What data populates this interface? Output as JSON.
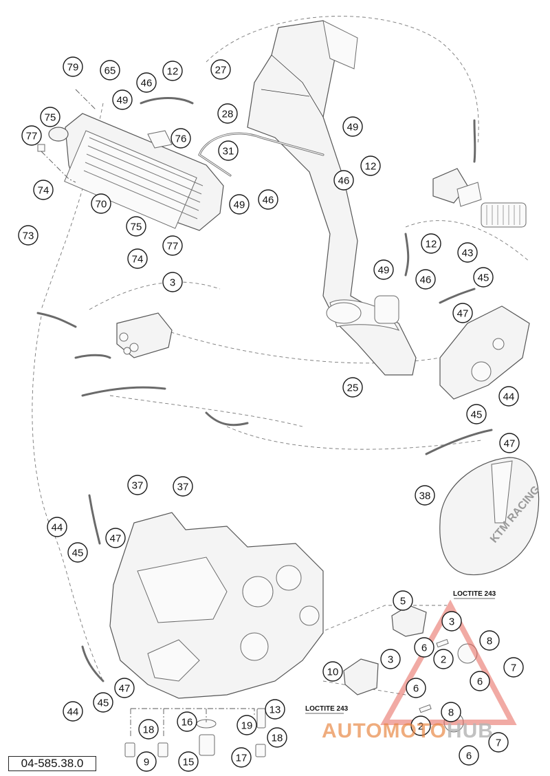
{
  "diagram": {
    "reference": "04-585.38.0",
    "notes": [
      "LOCTITE 243",
      "LOCTITE 243"
    ],
    "callouts": [
      "79",
      "65",
      "12",
      "46",
      "49",
      "27",
      "28",
      "75",
      "76",
      "77",
      "49",
      "31",
      "12",
      "46",
      "74",
      "70",
      "49",
      "46",
      "73",
      "75",
      "77",
      "74",
      "3",
      "12",
      "49",
      "46",
      "43",
      "45",
      "47",
      "25",
      "44",
      "45",
      "47",
      "38",
      "37",
      "37",
      "44",
      "45",
      "47",
      "5",
      "3",
      "6",
      "8",
      "2",
      "10",
      "3",
      "6",
      "7",
      "6",
      "44",
      "45",
      "47",
      "13",
      "16",
      "18",
      "19",
      "18",
      "9",
      "15",
      "17",
      "8",
      "2",
      "7",
      "6"
    ]
  },
  "watermark": {
    "part_a": "AUTOMOTO",
    "part_b": "HUB"
  }
}
